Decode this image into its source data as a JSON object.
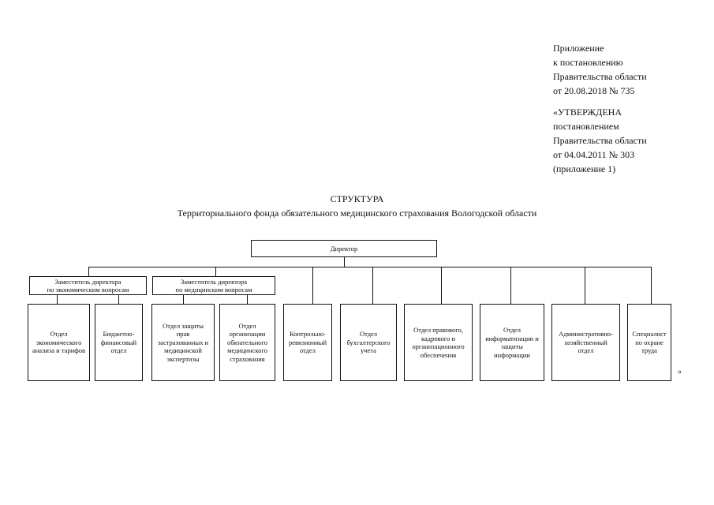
{
  "appendix": {
    "lines": [
      "Приложение",
      "к постановлению",
      "Правительства области",
      "от 20.08.2018 № 735"
    ]
  },
  "approved": {
    "lines": [
      "«УТВЕРЖДЕНА",
      "постановлением",
      "Правительства области",
      "от 04.04.2011 № 303",
      "(приложение 1)"
    ]
  },
  "title": "СТРУКТУРА",
  "subtitle": "Территориального фонда обязательного медицинского страхования Вологодской области",
  "chart": {
    "director": "Директор",
    "deputy_economic": "Заместитель директора\nпо экономическим вопросам",
    "deputy_medical": "Заместитель директора\nпо медицинским вопросам",
    "units": [
      "Отдел\nэкономического\nанализа и тарифов",
      "Бюджетно-\nфинансовый\nотдел",
      "Отдел защиты\nправ\nзастрахованных и\nмедицинской\nэкспертизы",
      "Отдел\nорганизации\nобязательного\nмедицинского\nстрахования",
      "Контрольно-\nревизионный\nотдел",
      "Отдел\nбухгалтерского\nучета",
      "Отдел правового,\nкадрового и\nорганизационного\nобеспечения",
      "Отдел\nинформатизации и\nзащиты\nинформации",
      "Административно-\nхозяйственный\nотдел",
      "Специалист\nпо охране\nтруда"
    ]
  },
  "closing_quote": "»"
}
